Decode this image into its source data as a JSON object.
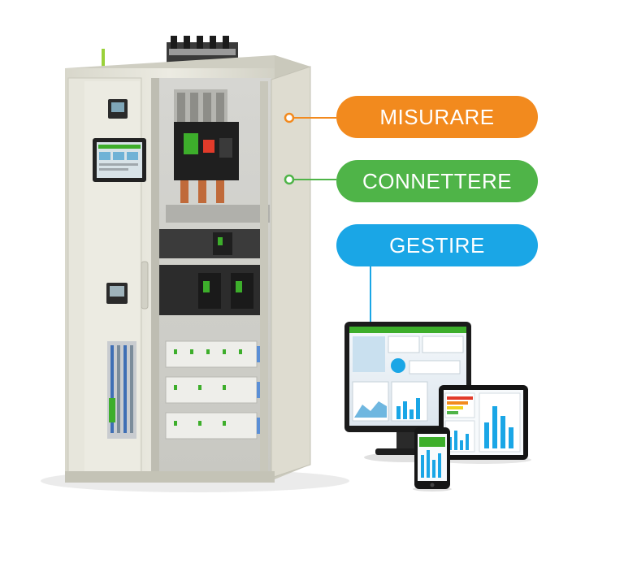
{
  "labels": {
    "measure": "MISURARE",
    "connect": "CONNETTERE",
    "manage": "GESTIRE"
  },
  "colors": {
    "measure": "#f28a1e",
    "connect": "#4fb448",
    "manage": "#1aa6e6",
    "cabinet": "#e4e3d8",
    "accent_green": "#3dae2b"
  },
  "icons": [
    "switchboard-cabinet",
    "power-meter",
    "touch-display",
    "circuit-breaker",
    "monitor",
    "tablet",
    "smartphone"
  ]
}
